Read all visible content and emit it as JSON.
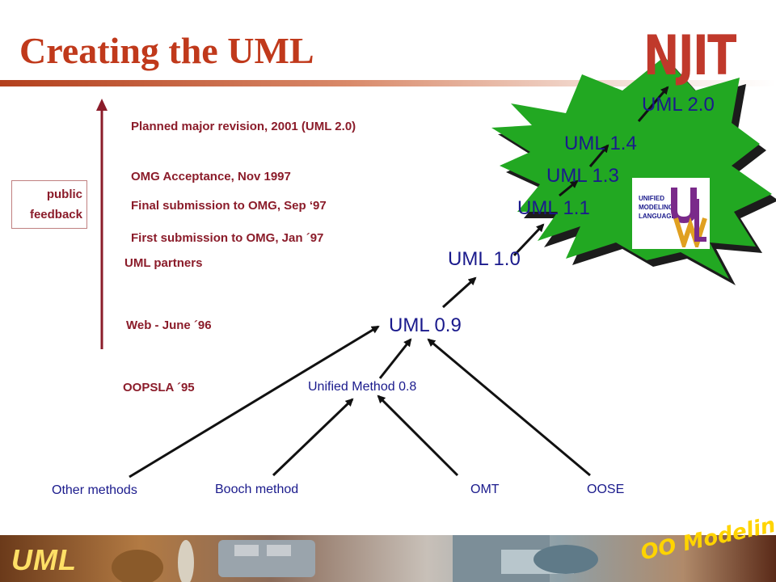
{
  "slide": {
    "title": "Creating the UML",
    "brand": "NJIT"
  },
  "timeline": {
    "events": [
      "Planned major revision, 2001 (UML 2.0)",
      "OMG Acceptance, Nov 1997",
      "Final submission to OMG, Sep ‘97",
      "First submission to OMG, Jan ´97",
      "UML partners",
      "Web - June ´96",
      "OOPSLA ´95"
    ],
    "feedback_label_line1": "public",
    "feedback_label_line2": "feedback"
  },
  "diagram": {
    "methods": [
      "Other methods",
      "Booch method",
      "OMT",
      "OOSE"
    ],
    "unified_method": "Unified Method 0.8",
    "versions": [
      "UML 0.9",
      "UML 1.0",
      "UML 1.1",
      "UML 1.3",
      "UML 1.4",
      "UML 2.0"
    ],
    "logo_lines": [
      "UNIFIED",
      "MODELING",
      "LANGUAGE"
    ],
    "colors": {
      "starburst": "#22a822",
      "node_text": "#1a1a8c",
      "event_text": "#8b1c2a",
      "title": "#c0391b"
    }
  },
  "footer": {
    "left_label": "UML",
    "right_label": "OO Modeling"
  }
}
